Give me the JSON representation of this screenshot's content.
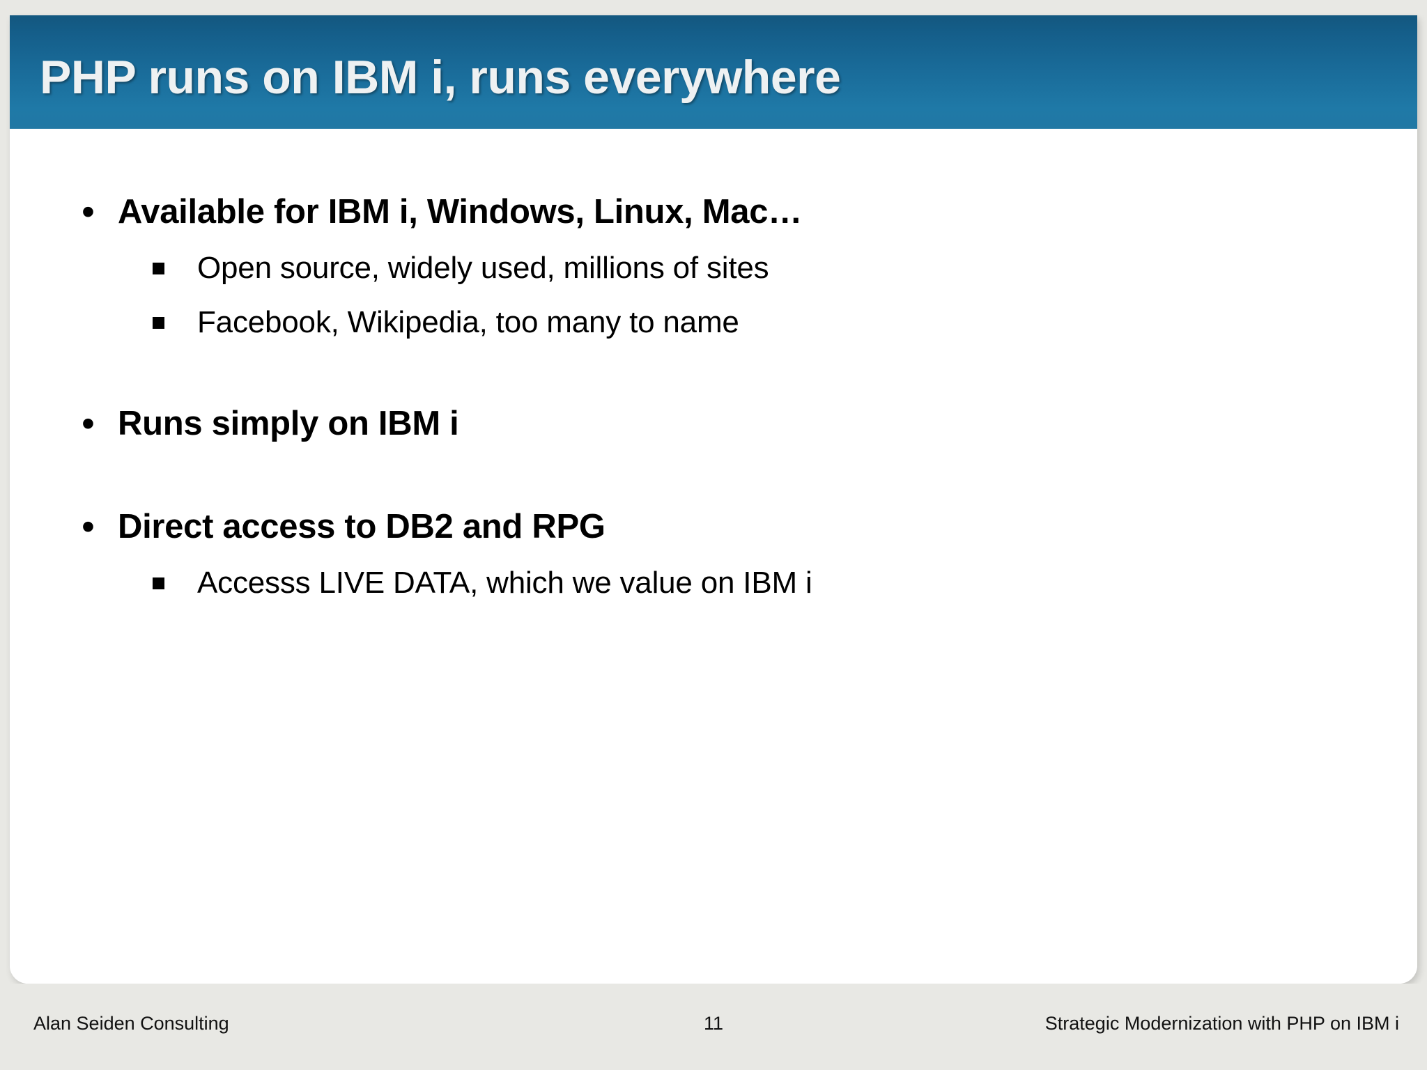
{
  "slide": {
    "title": "PHP runs on IBM i, runs everywhere",
    "theme": {
      "title_gradient_top": "#13577f",
      "title_gradient_bottom": "#2178a4",
      "title_text_color": "#eef1f2",
      "body_background": "#ffffff",
      "page_background": "#e8e8e4",
      "text_color": "#000000"
    },
    "content": [
      {
        "level": 1,
        "marker": "bullet-dot",
        "text": "Available for IBM i, Windows, Linux, Mac…"
      },
      {
        "level": 2,
        "marker": "bullet-square",
        "text": "Open source, widely used, millions of sites"
      },
      {
        "level": 2,
        "marker": "bullet-square",
        "text": "Facebook, Wikipedia, too many to name"
      },
      {
        "level": 1,
        "marker": "bullet-dot",
        "text": "Runs simply on IBM i"
      },
      {
        "level": 1,
        "marker": "bullet-dot",
        "text": "Direct access to DB2 and RPG"
      },
      {
        "level": 2,
        "marker": "bullet-square",
        "text": "Accesss LIVE DATA, which we value on IBM i"
      }
    ],
    "markers": {
      "dot": "•",
      "square": "▪"
    }
  },
  "footer": {
    "left": "Alan Seiden Consulting",
    "page_number": "11",
    "right": "Strategic Modernization with PHP on IBM i"
  }
}
